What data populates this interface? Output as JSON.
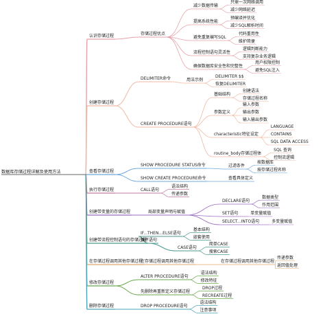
{
  "root": "数据库存储过程详解及使用方法",
  "branches": [
    {
      "label": "认识存储过程",
      "color": "#e6a1a8",
      "children": [
        {
          "label": "存储过程优点",
          "children": [
            {
              "label": "减少数据传输",
              "children": [
                "只需一次网络调用",
                "减少网络延迟"
              ]
            },
            {
              "label": "提高系统性能",
              "children": [
                "预编译并优化",
                "减少SQL解析时间"
              ]
            },
            {
              "label": "避免重复编写SQL",
              "children": [
                "代码重用性",
                "维护简便"
              ]
            },
            {
              "label": "流程控制语句灵活性",
              "children": [
                "逻辑判断能力",
                "支持复杂业务逻辑"
              ]
            },
            {
              "label": "确保数据库安全性和完整性",
              "children": [
                "用户权限控制",
                "避免SQL注入"
              ]
            }
          ]
        }
      ]
    },
    {
      "label": "创建存储过程",
      "color": "#f0b9a3",
      "children": [
        {
          "label": "DELIMITER命令",
          "children": [
            {
              "label": "用法示例",
              "children": [
                "DELIMITER $$",
                "恢复DELIMITER"
              ]
            }
          ]
        },
        {
          "label": "CREATE PROCEDURE语句",
          "children": [
            {
              "label": "基础结构",
              "children": [
                "创建语法",
                "存储过程名称"
              ]
            },
            {
              "label": "参数定义",
              "children": [
                "输入参数",
                "输出参数",
                "输入输出参数"
              ]
            },
            {
              "label": "characteristic特征设定",
              "children": [
                "LANGUAGE",
                "CONTAINS",
                "SQL DATA ACCESS"
              ]
            },
            {
              "label": "routine_body存储过程体",
              "children": [
                "SQL 查询",
                "控制流逻辑"
              ]
            }
          ]
        }
      ]
    },
    {
      "label": "查看存储过程",
      "color": "#6fa8dc",
      "children": [
        {
          "label": "SHOW PROCEDURE STATUS命令",
          "children": [
            {
              "label": "过滤条件",
              "children": [
                "按数据库",
                "按存储过程名称"
              ]
            }
          ]
        },
        {
          "label": "SHOW CREATE PROCEDURE命令",
          "children": [
            {
              "label": "查看具体定义",
              "children": []
            }
          ]
        }
      ]
    },
    {
      "label": "执行存储过程",
      "color": "#c27ba0",
      "children": [
        {
          "label": "CALL语句",
          "children": [
            "语法结构",
            "传递参数"
          ]
        }
      ]
    },
    {
      "label": "创建带变量的存储过程",
      "color": "#9a6bc4",
      "children": [
        {
          "label": "局部变量声明与赋值",
          "children": [
            {
              "label": "DECLARE语句",
              "children": [
                "数据类型",
                "作用范围"
              ]
            },
            {
              "label": "SET语句",
              "children": [
                "单变量赋值"
              ]
            },
            {
              "label": "SELECT...INTO语句",
              "children": [
                "多变量赋值"
              ]
            }
          ]
        }
      ]
    },
    {
      "label": "创建带流程控制语句的存储过程",
      "color": "#4c9a8f",
      "children": [
        {
          "label": "IF...THEN...ELSE语句",
          "children": [
            "基本结构",
            "嵌套使用"
          ]
        },
        {
          "label": "CASE语句",
          "children": [
            "简单CASE",
            "搜索CASE"
          ]
        },
        {
          "label": "循环语句",
          "children": []
        }
      ]
    },
    {
      "label": "在存储过程调用其他存储过程",
      "color": "#e0a86b",
      "children": [
        {
          "label": "在存储过程调用其他存储过程",
          "children": [
            {
              "label": "在存储过程调用其他存储过程",
              "children": [
                "传递参数",
                "返回值处理"
              ]
            }
          ]
        }
      ]
    },
    {
      "label": "修改存储过程",
      "color": "#6aa84f",
      "children": [
        {
          "label": "ALTER PROCEDURE语句",
          "children": [
            "语法结构",
            "修改特征"
          ]
        },
        {
          "label": "先删除再重新定义存储过程",
          "children": [
            "DROP过程",
            "RECREATE过程"
          ]
        }
      ]
    },
    {
      "label": "删除存储过程",
      "color": "#4aa3b8",
      "children": [
        {
          "label": "DROP PROCEDURE语句",
          "children": [
            "语法结构",
            "注意事项"
          ]
        }
      ]
    }
  ]
}
